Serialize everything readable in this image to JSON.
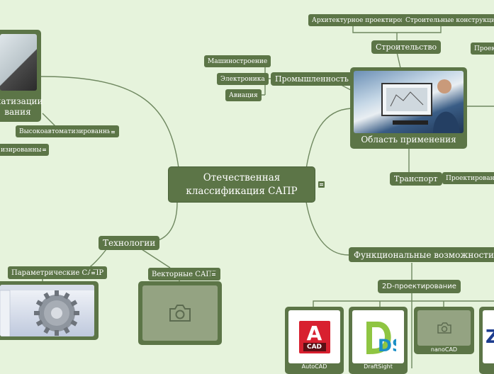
{
  "central": {
    "line1": "Отечественная",
    "line2": "классификация САПР"
  },
  "branches": {
    "area": "Область применения",
    "stroitelstvo": "Строительство",
    "arch": "Архитектурное проектирование",
    "constr": "Строительные конструкции",
    "proekt_right": "Проекти",
    "transport": "Транспорт",
    "transport_sub": "Проектирование тр",
    "industry": "Промышленность",
    "mashino": "Машиностроение",
    "electro": "Электроника",
    "avia": "Авиация",
    "functional": "Функциональные возможности",
    "twod": "2D-проектирование",
    "tech": "Технологии",
    "param": "Параметрические САПР",
    "vector": "Векторные САПР",
    "high_auto": "Высокоавтоматизированные",
    "auto_left": "изированные",
    "auto_card_line1": "матизации",
    "auto_card_line2": "вания"
  },
  "software": [
    {
      "name": "AutoCAD",
      "logo_text": "A",
      "logo_sub": "CAD",
      "color": "#d8202f"
    },
    {
      "name": "DraftSight",
      "logo_text": "DS",
      "color": "#8fc542"
    },
    {
      "name": "nanoCAD",
      "logo_text": "",
      "color": "#94a382"
    },
    {
      "name": "",
      "logo_text": "Z",
      "color": "#1d3d8f"
    }
  ],
  "colors": {
    "node": "#5c7547",
    "background": "#e6f3dc",
    "link": "#6f8860",
    "placeholder": "#94a382"
  }
}
